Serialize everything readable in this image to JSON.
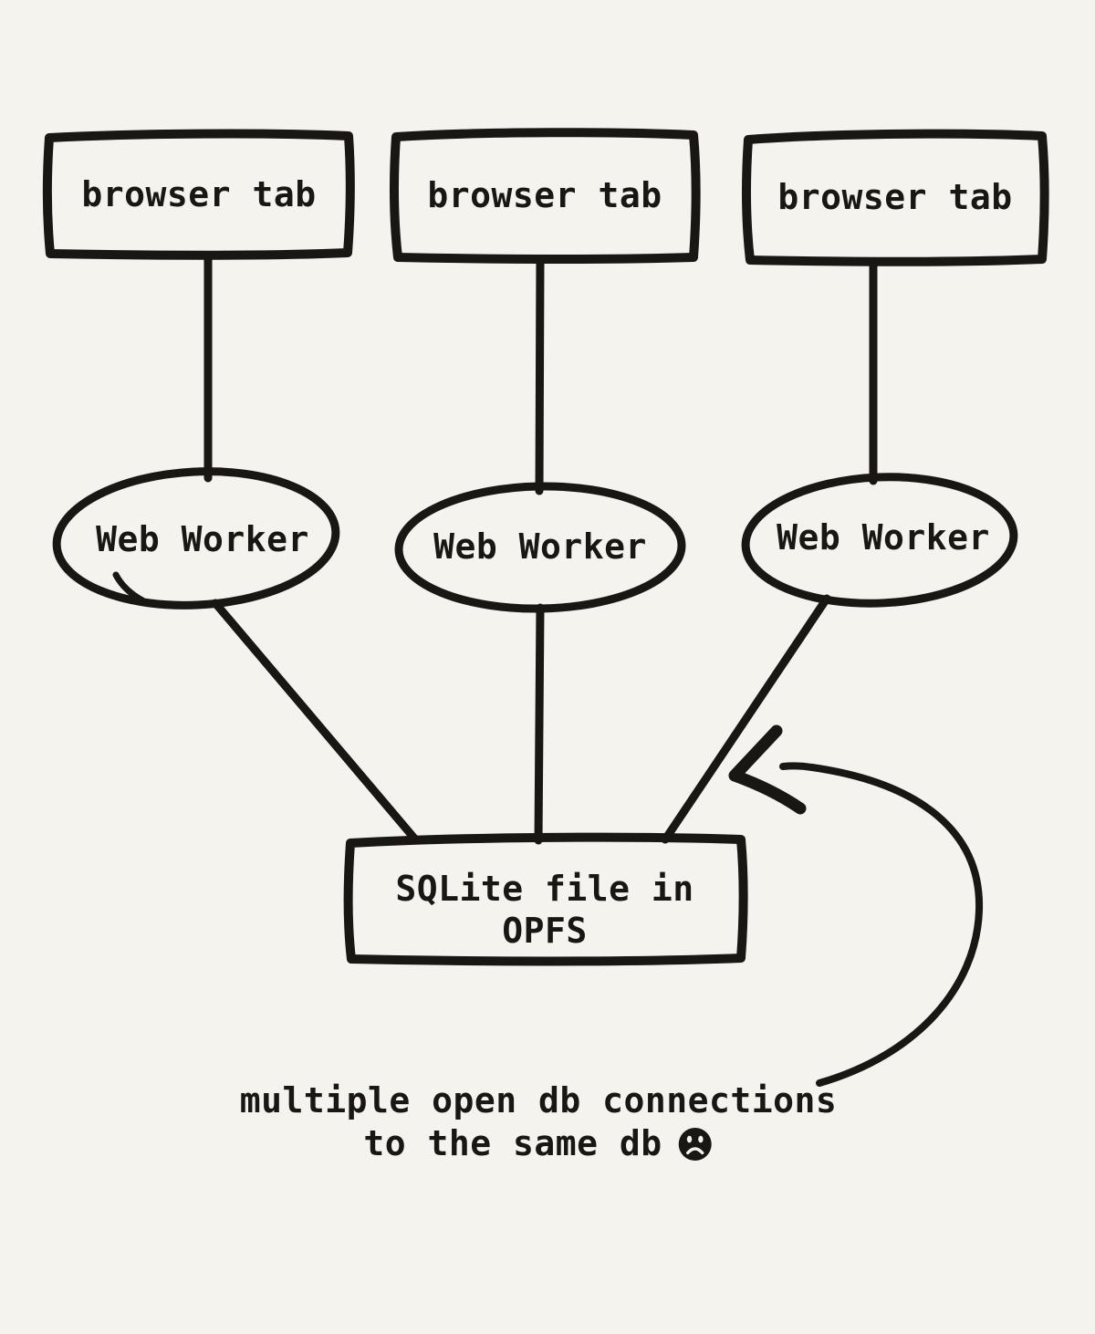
{
  "canvas": {
    "background_color": "#f5f3ee",
    "ink_color": "#191613"
  },
  "nodes": {
    "browser_tabs": [
      {
        "label": "browser tab"
      },
      {
        "label": "browser tab"
      },
      {
        "label": "browser tab"
      }
    ],
    "web_workers": [
      {
        "label": "Web Worker"
      },
      {
        "label": "Web Worker"
      },
      {
        "label": "Web Worker"
      }
    ],
    "sqlite": {
      "line1": "SQLite file in",
      "line2": "OPFS"
    }
  },
  "caption": {
    "line1": "multiple open db connections",
    "line2": "to the same db",
    "emoji": "frowning-face"
  }
}
